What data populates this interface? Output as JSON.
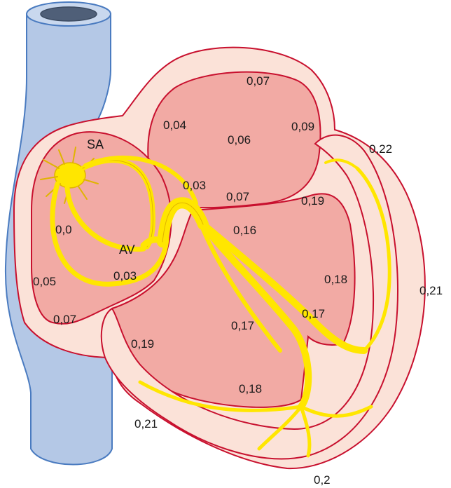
{
  "labels": {
    "sa": "SA",
    "av": "AV",
    "t_007_top": "0,07",
    "t_004": "0,04",
    "t_006": "0,06",
    "t_009": "0,09",
    "t_022": "0,22",
    "t_003_upper": "0,03",
    "t_007_mid": "0,07",
    "t_019_right": "0,19",
    "t_00": "0,0",
    "t_016": "0,16",
    "t_003_lower": "0,03",
    "t_005": "0,05",
    "t_018_right": "0,18",
    "t_021_right": "0,21",
    "t_007_left": "0,07",
    "t_017_right": "0,17",
    "t_017_mid": "0,17",
    "t_019_left": "0,19",
    "t_018_bottom": "0,18",
    "t_021_left": "0,21",
    "t_02": "0,2"
  },
  "colors": {
    "vessel": "#b4c8e6",
    "vessel_stroke": "#4a7bc0",
    "outer_wall": "#fbe2d8",
    "chamber": "#f2aaa4",
    "wall_stroke": "#c8102e",
    "conduction": "#ffe600",
    "conduction_stroke": "#e0b400"
  }
}
